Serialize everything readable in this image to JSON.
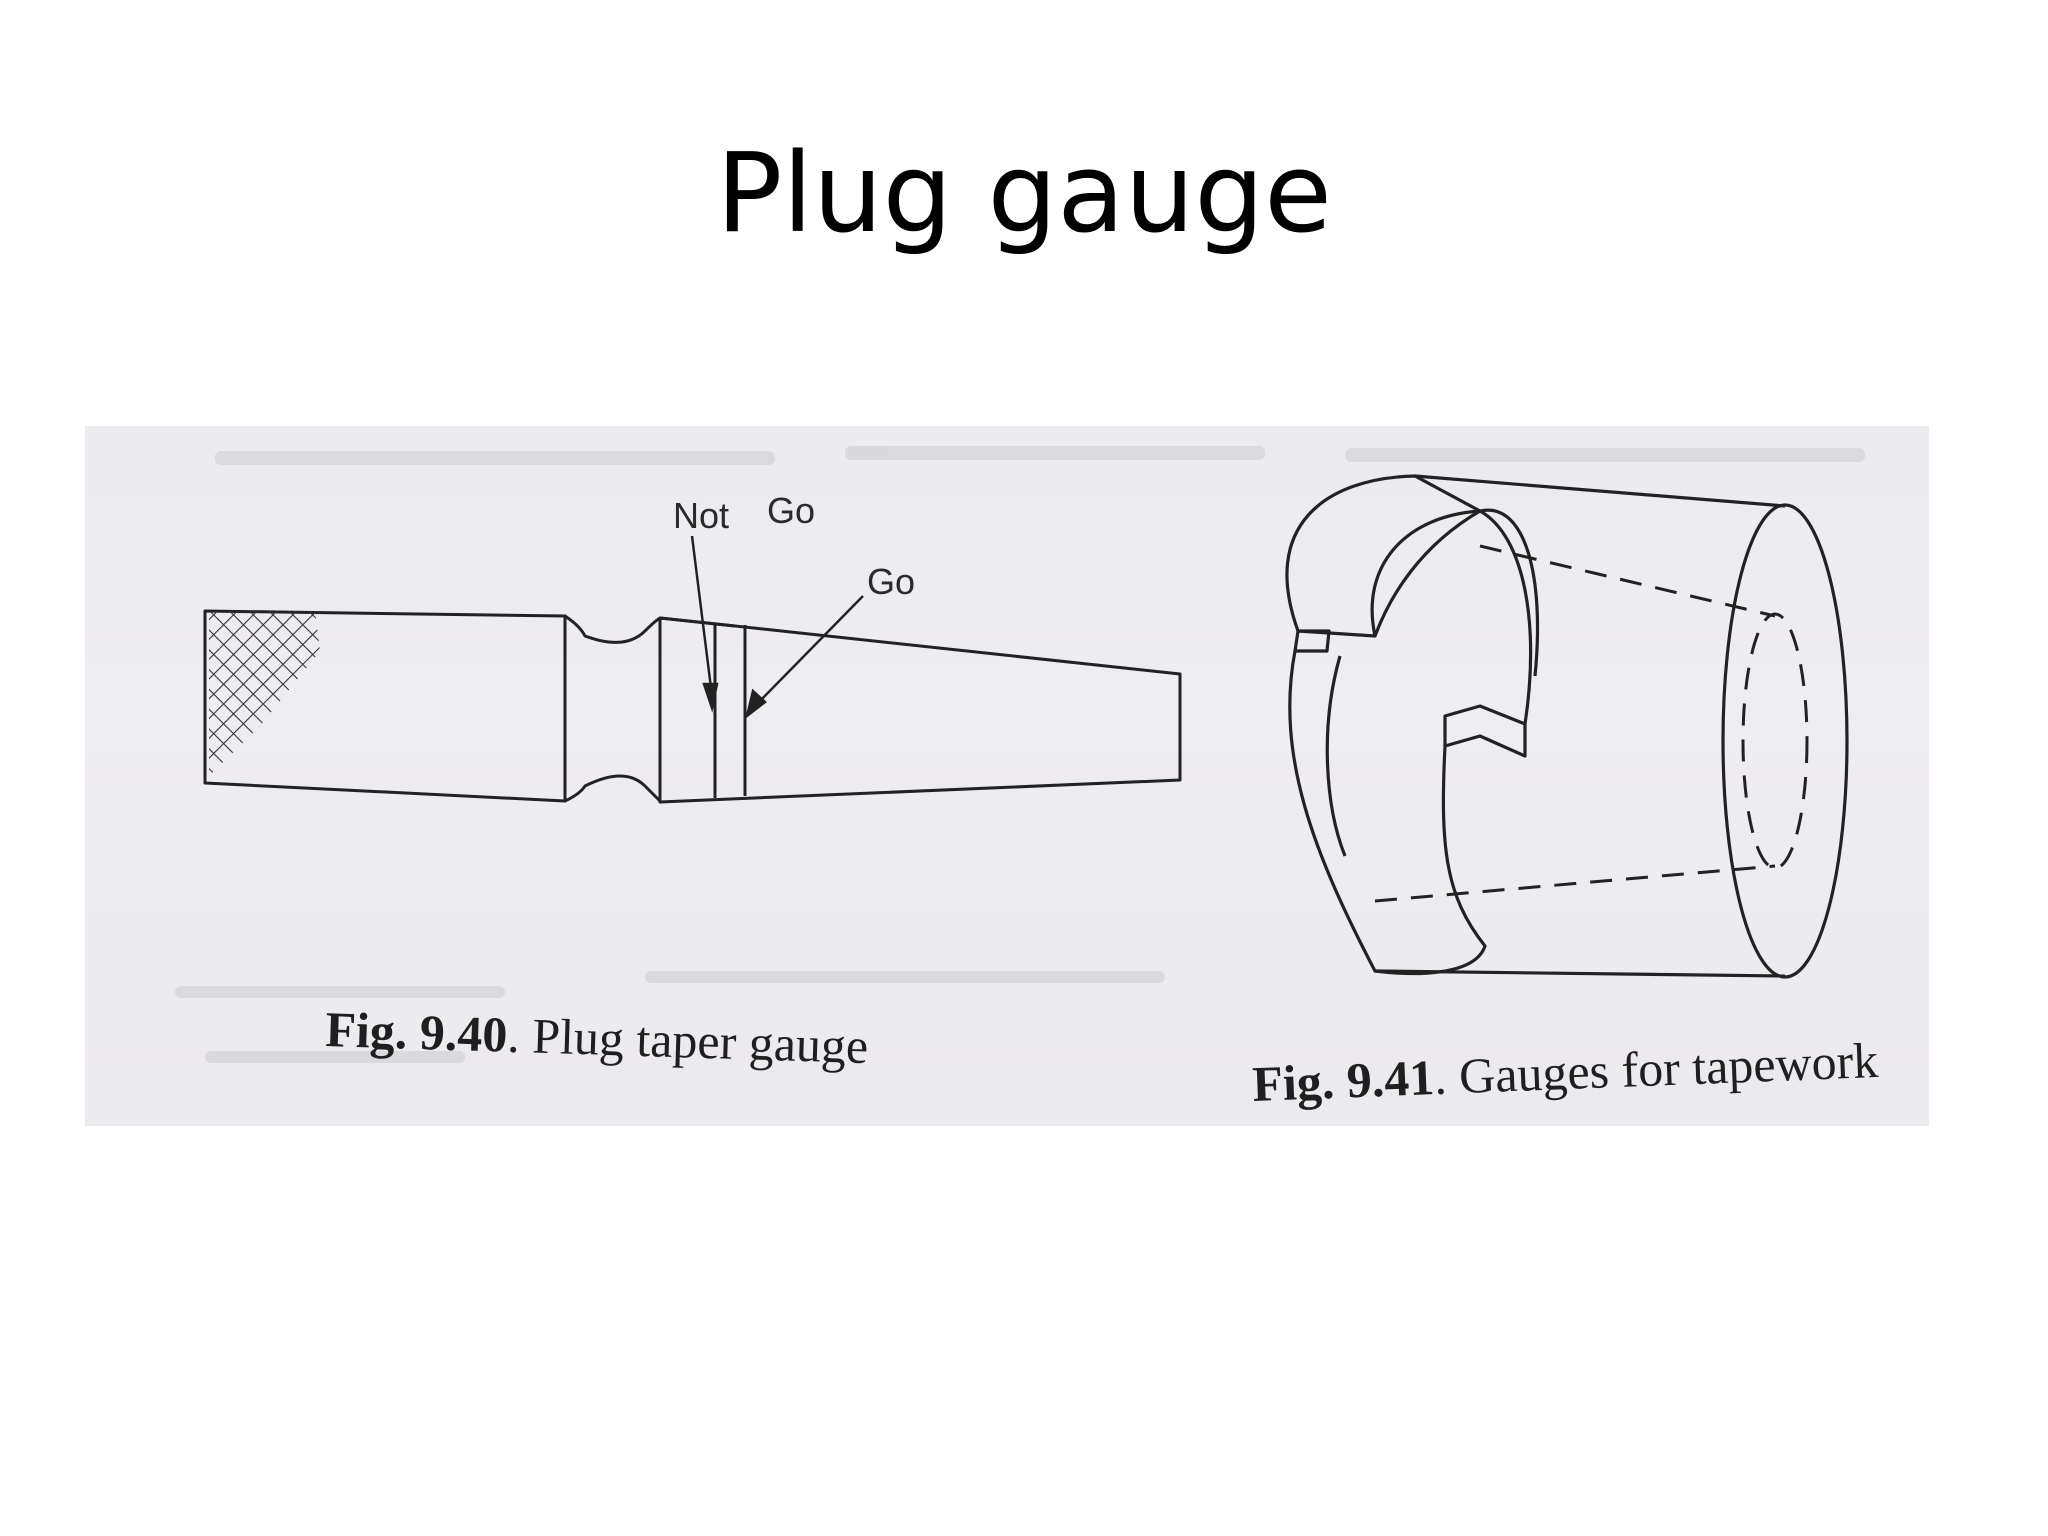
{
  "title": "Plug gauge",
  "figure_left": {
    "labels": {
      "not_go": "Not",
      "go_top": "Go",
      "go": "Go"
    },
    "caption": {
      "number": "Fig. 9.40",
      "text": ". Plug taper gauge"
    }
  },
  "figure_right": {
    "caption": {
      "number": "Fig. 9.41",
      "text": ". Gauges for tapework"
    }
  },
  "colors": {
    "background": "#ffffff",
    "photo_paper": "#edecf0",
    "ink": "#222222"
  }
}
